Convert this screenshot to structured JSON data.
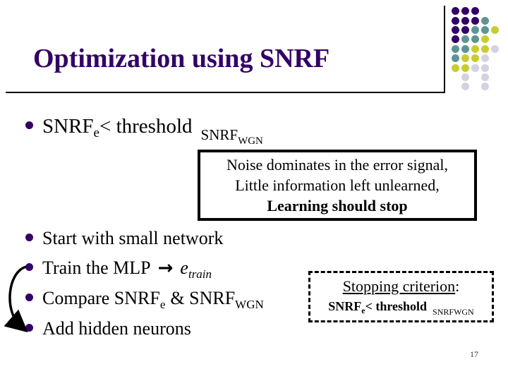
{
  "title": "Optimization using SNRF",
  "page_number": "17",
  "criterion_bullet": {
    "snrf": "SNRF",
    "sub_e": "e",
    "comparison": "< threshold",
    "ref_snrf": "SNRF",
    "ref_sub": "WGN"
  },
  "noise_box": {
    "line1": "Noise dominates in the error signal,",
    "line2": "Little information left unlearned,",
    "line3": "Learning should stop"
  },
  "steps": {
    "step1": "Start with small network",
    "step2_text": "Train the MLP",
    "step2_arrow": "→",
    "step2_var": "e",
    "step2_var_sub": "train",
    "step3_prefix": "Compare SNRF",
    "step3_sub1": "e",
    "step3_mid": "& SNRF",
    "step3_sub2": "WGN",
    "step4": "Add hidden neurons"
  },
  "stopping_box": {
    "heading": "Stopping criterion",
    "colon": ":",
    "snrf": "SNRF",
    "sub_e": "e",
    "comparison": "< threshold",
    "ref": "SNRFWGN"
  },
  "decoration": {
    "accent_purple": "#330066",
    "dot_colors": {
      "P": "#330066",
      "T": "#5f9494",
      "Y": "#c9cc2f",
      "L": "#d2d2e2"
    },
    "dot_rows": [
      "PPP",
      "PPPT",
      "PPTTY",
      "PTTY",
      "TTYYL",
      "TYYL",
      "YYLL",
      " L L",
      " L L"
    ]
  }
}
